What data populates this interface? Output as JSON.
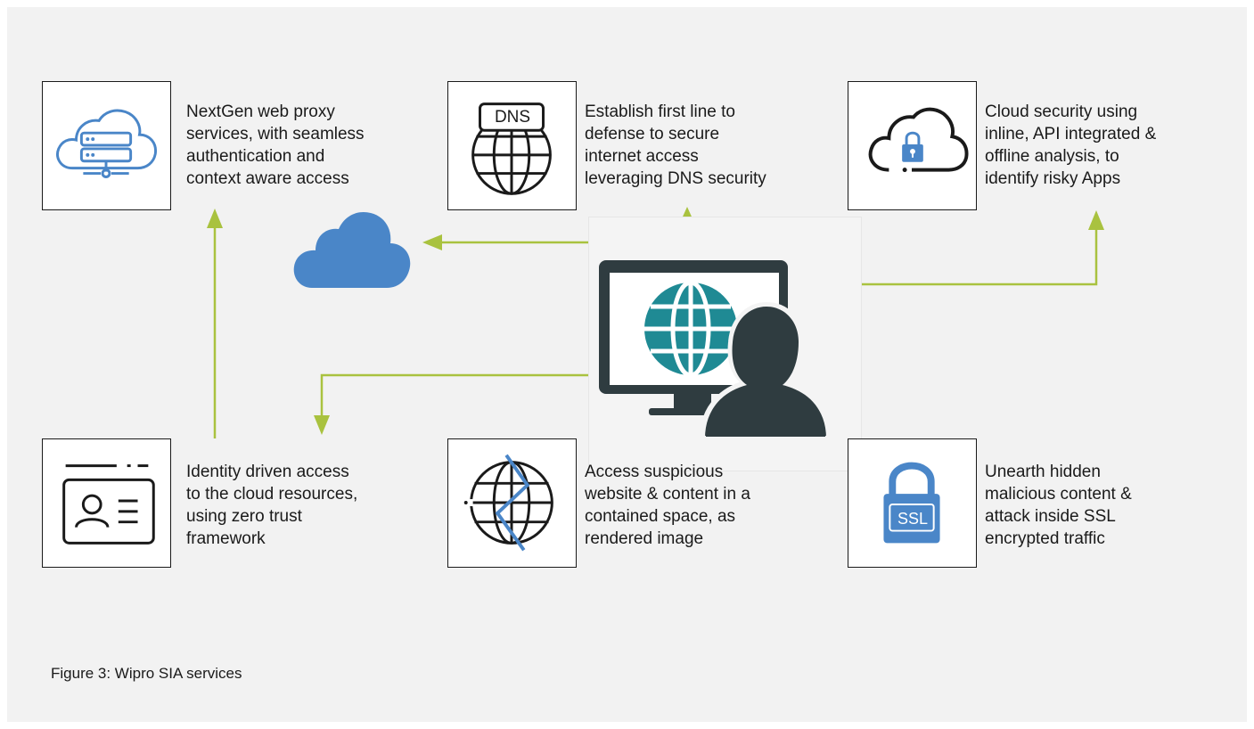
{
  "caption": "Figure 3: Wipro SIA services",
  "colors": {
    "arrow": "#a9c23f",
    "cloud_blue": "#4a86c8",
    "dark": "#1a1a1a",
    "teal": "#1f8a94",
    "silhouette": "#2f3c40"
  },
  "services": [
    {
      "id": "web-proxy",
      "icon": "cloud-server-icon",
      "text": "NextGen web proxy\nservices, with seamless\nauthentication and\ncontext aware access"
    },
    {
      "id": "dns-security",
      "icon": "dns-globe-icon",
      "icon_label": "DNS",
      "text": "Establish first line to\ndefense to secure\ninternet access\nleveraging DNS security"
    },
    {
      "id": "cloud-security",
      "icon": "cloud-lock-icon",
      "text": "Cloud security using\ninline, API integrated &\noffline analysis, to\nidentify risky Apps"
    },
    {
      "id": "zero-trust",
      "icon": "id-card-icon",
      "text": "Identity driven access\nto the cloud resources,\nusing zero trust\nframework"
    },
    {
      "id": "browser-isolation",
      "icon": "isolated-globe-icon",
      "text": "Access suspicious\nwebsite & content in a\ncontained space, as\nrendered image"
    },
    {
      "id": "ssl-inspection",
      "icon": "ssl-lock-icon",
      "icon_label": "SSL",
      "text": "Unearth hidden\nmalicious content &\nattack inside SSL\nencrypted traffic"
    }
  ],
  "center": {
    "icon": "user-computer-globe-icon"
  },
  "cloud": {
    "icon": "cloud-icon"
  }
}
